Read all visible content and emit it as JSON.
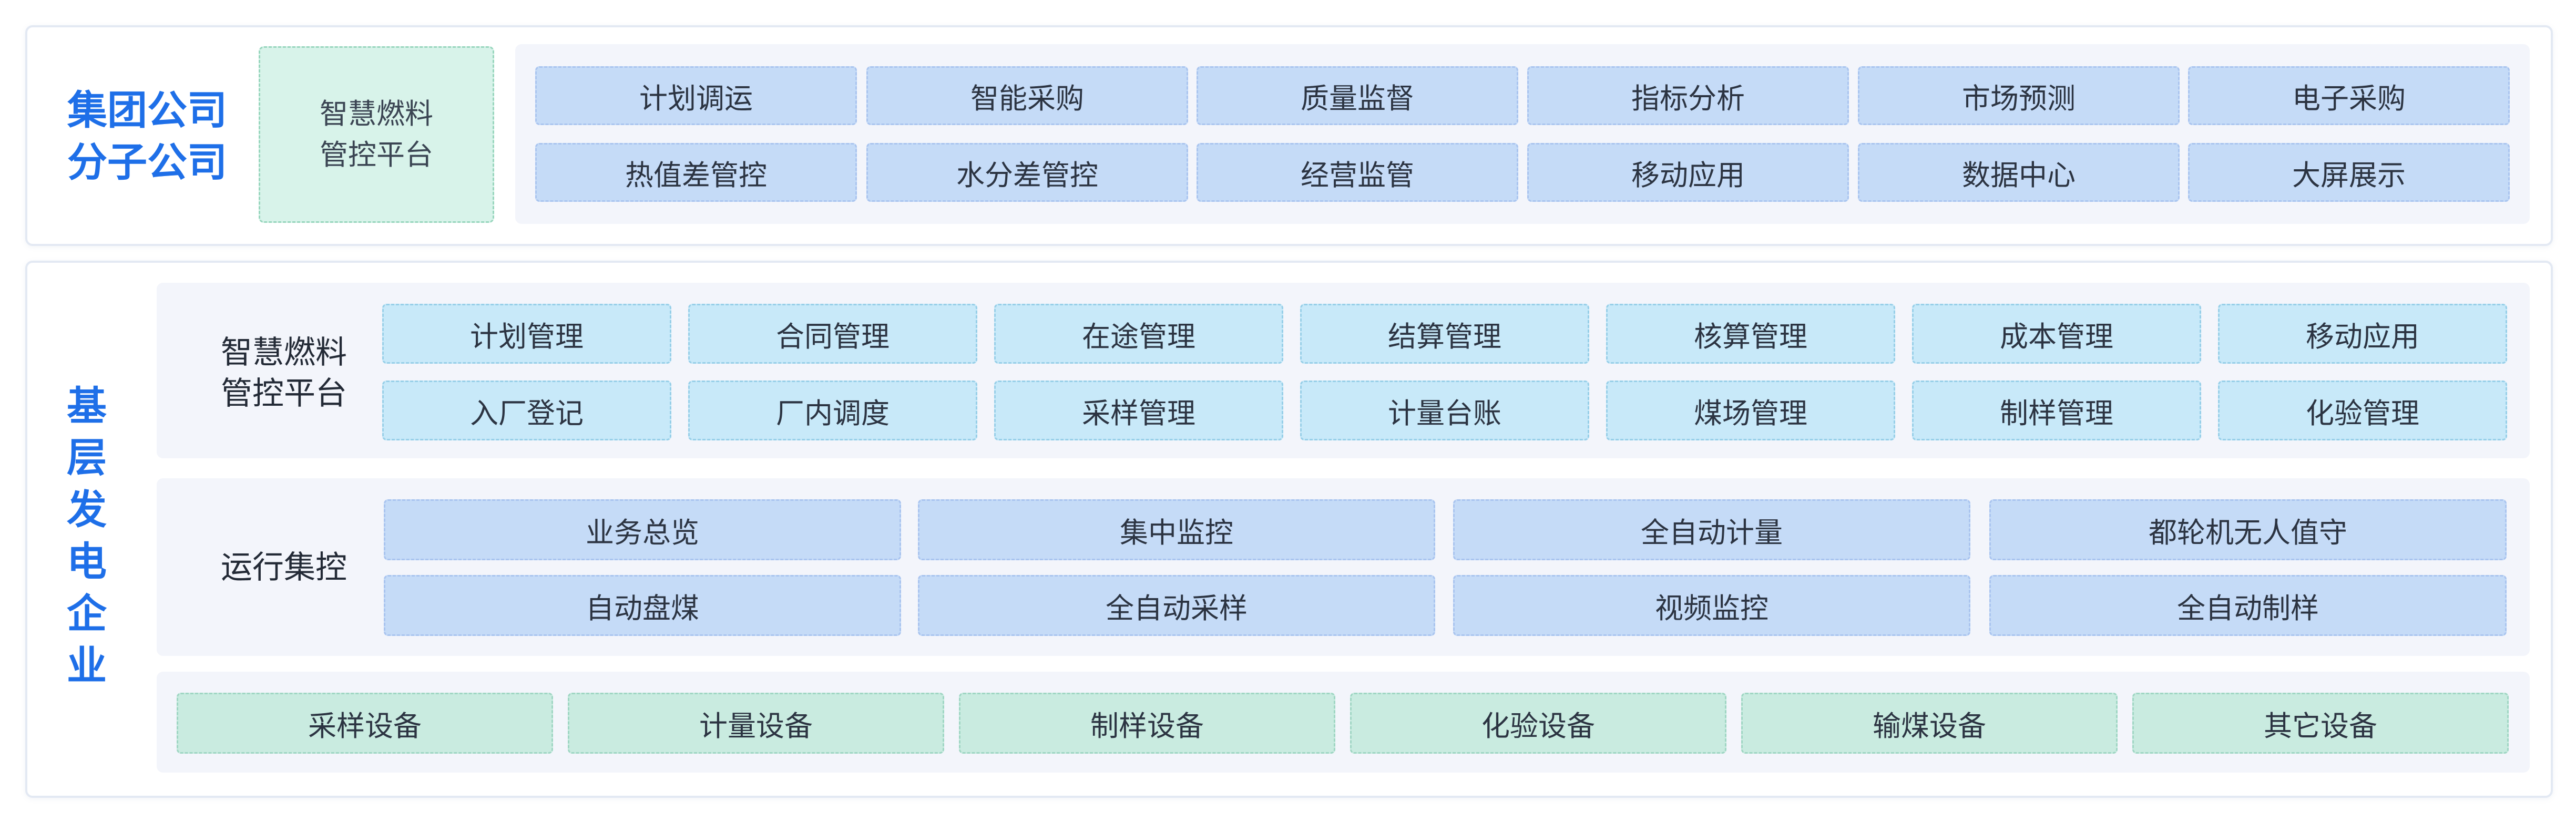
{
  "top": {
    "title_lines": [
      "集团公司",
      "分子公司"
    ],
    "platform_lines": [
      "智慧燃料",
      "管控平台"
    ],
    "row1": [
      "计划调运",
      "智能采购",
      "质量监督",
      "指标分析",
      "市场预测",
      "电子采购"
    ],
    "row2": [
      "热值差管控",
      "水分差管控",
      "经营监管",
      "移动应用",
      "数据中心",
      "大屏展示"
    ]
  },
  "bottom": {
    "title_chars": [
      "基",
      "层",
      "发",
      "电",
      "企",
      "业"
    ],
    "fuel": {
      "label_lines": [
        "智慧燃料",
        "管控平台"
      ],
      "row1": [
        "计划管理",
        "合同管理",
        "在途管理",
        "结算管理",
        "核算管理",
        "成本管理",
        "移动应用"
      ],
      "row2": [
        "入厂登记",
        "厂内调度",
        "采样管理",
        "计量台账",
        "煤场管理",
        "制样管理",
        "化验管理"
      ]
    },
    "ops": {
      "label": "运行集控",
      "row1": [
        "业务总览",
        "集中监控",
        "全自动计量",
        "都轮机无人值守"
      ],
      "row2": [
        "自动盘煤",
        "全自动采样",
        "视频监控",
        "全自动制样"
      ]
    },
    "devices": [
      "采样设备",
      "计量设备",
      "制样设备",
      "化验设备",
      "输煤设备",
      "其它设备"
    ]
  }
}
